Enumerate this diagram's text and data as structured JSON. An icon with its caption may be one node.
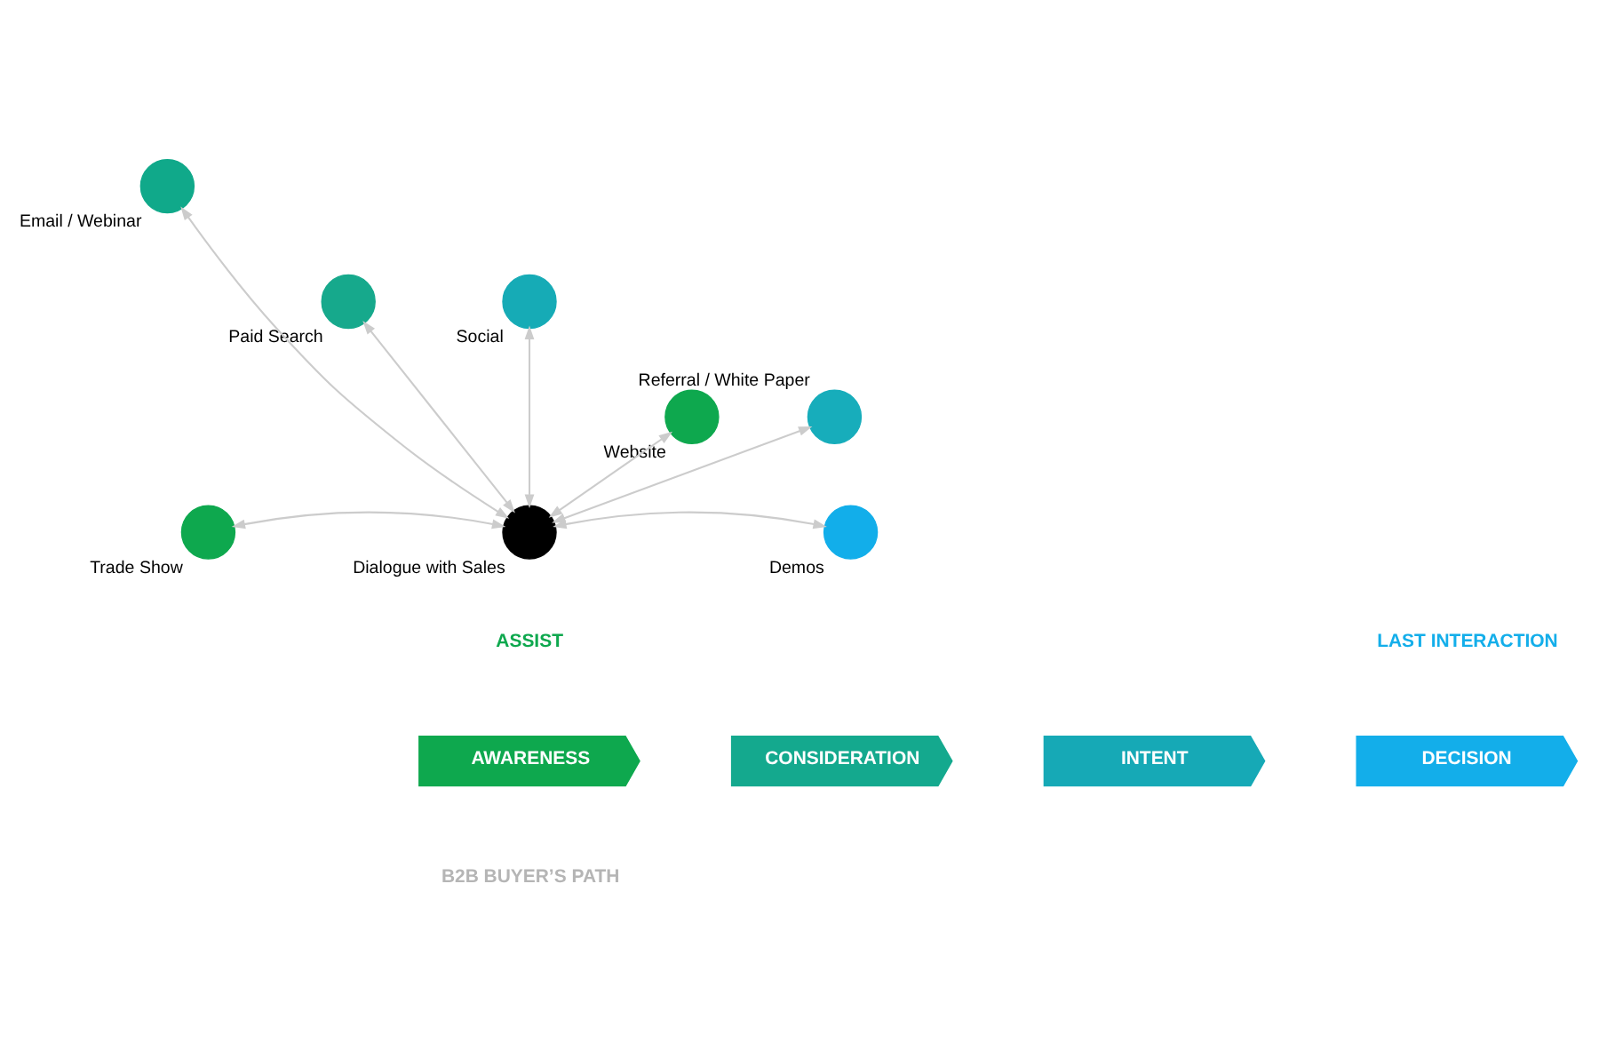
{
  "diagram": {
    "nodes": [
      {
        "text": [
          "Email / Webinar"
        ]
      },
      {
        "text": [
          "Paid Search"
        ]
      },
      {
        "text": [
          "Social"
        ]
      },
      {
        "text": [
          "Website"
        ]
      },
      {
        "text": [
          "Referral / White Paper"
        ]
      },
      {
        "text": [
          "Trade Show"
        ]
      },
      {
        "text": [
          "Dialogue with Sales"
        ]
      },
      {
        "text": [
          "Demos"
        ]
      },
      {
        "text": [
          "AWARENESS"
        ]
      },
      {
        "text": [
          "CONSIDERATION"
        ]
      },
      {
        "text": [
          "INTENT"
        ]
      },
      {
        "text": [
          "DECISION"
        ]
      }
    ],
    "edges": [
      {
        "from": 6,
        "to": 5,
        "arrow": "both"
      },
      {
        "from": 6,
        "to": 3,
        "arrow": "both"
      },
      {
        "from": 6,
        "to": 1,
        "arrow": "both"
      },
      {
        "from": 6,
        "to": 0,
        "arrow": "both"
      },
      {
        "from": 6,
        "to": 2,
        "arrow": "both"
      },
      {
        "from": 6,
        "to": 4,
        "arrow": "both"
      },
      {
        "from": 6,
        "to": 7,
        "arrow": "both"
      }
    ],
    "labels": [
      "ASSIST",
      "LAST INTERACTION",
      "B2B BUYER’S PATH"
    ]
  }
}
